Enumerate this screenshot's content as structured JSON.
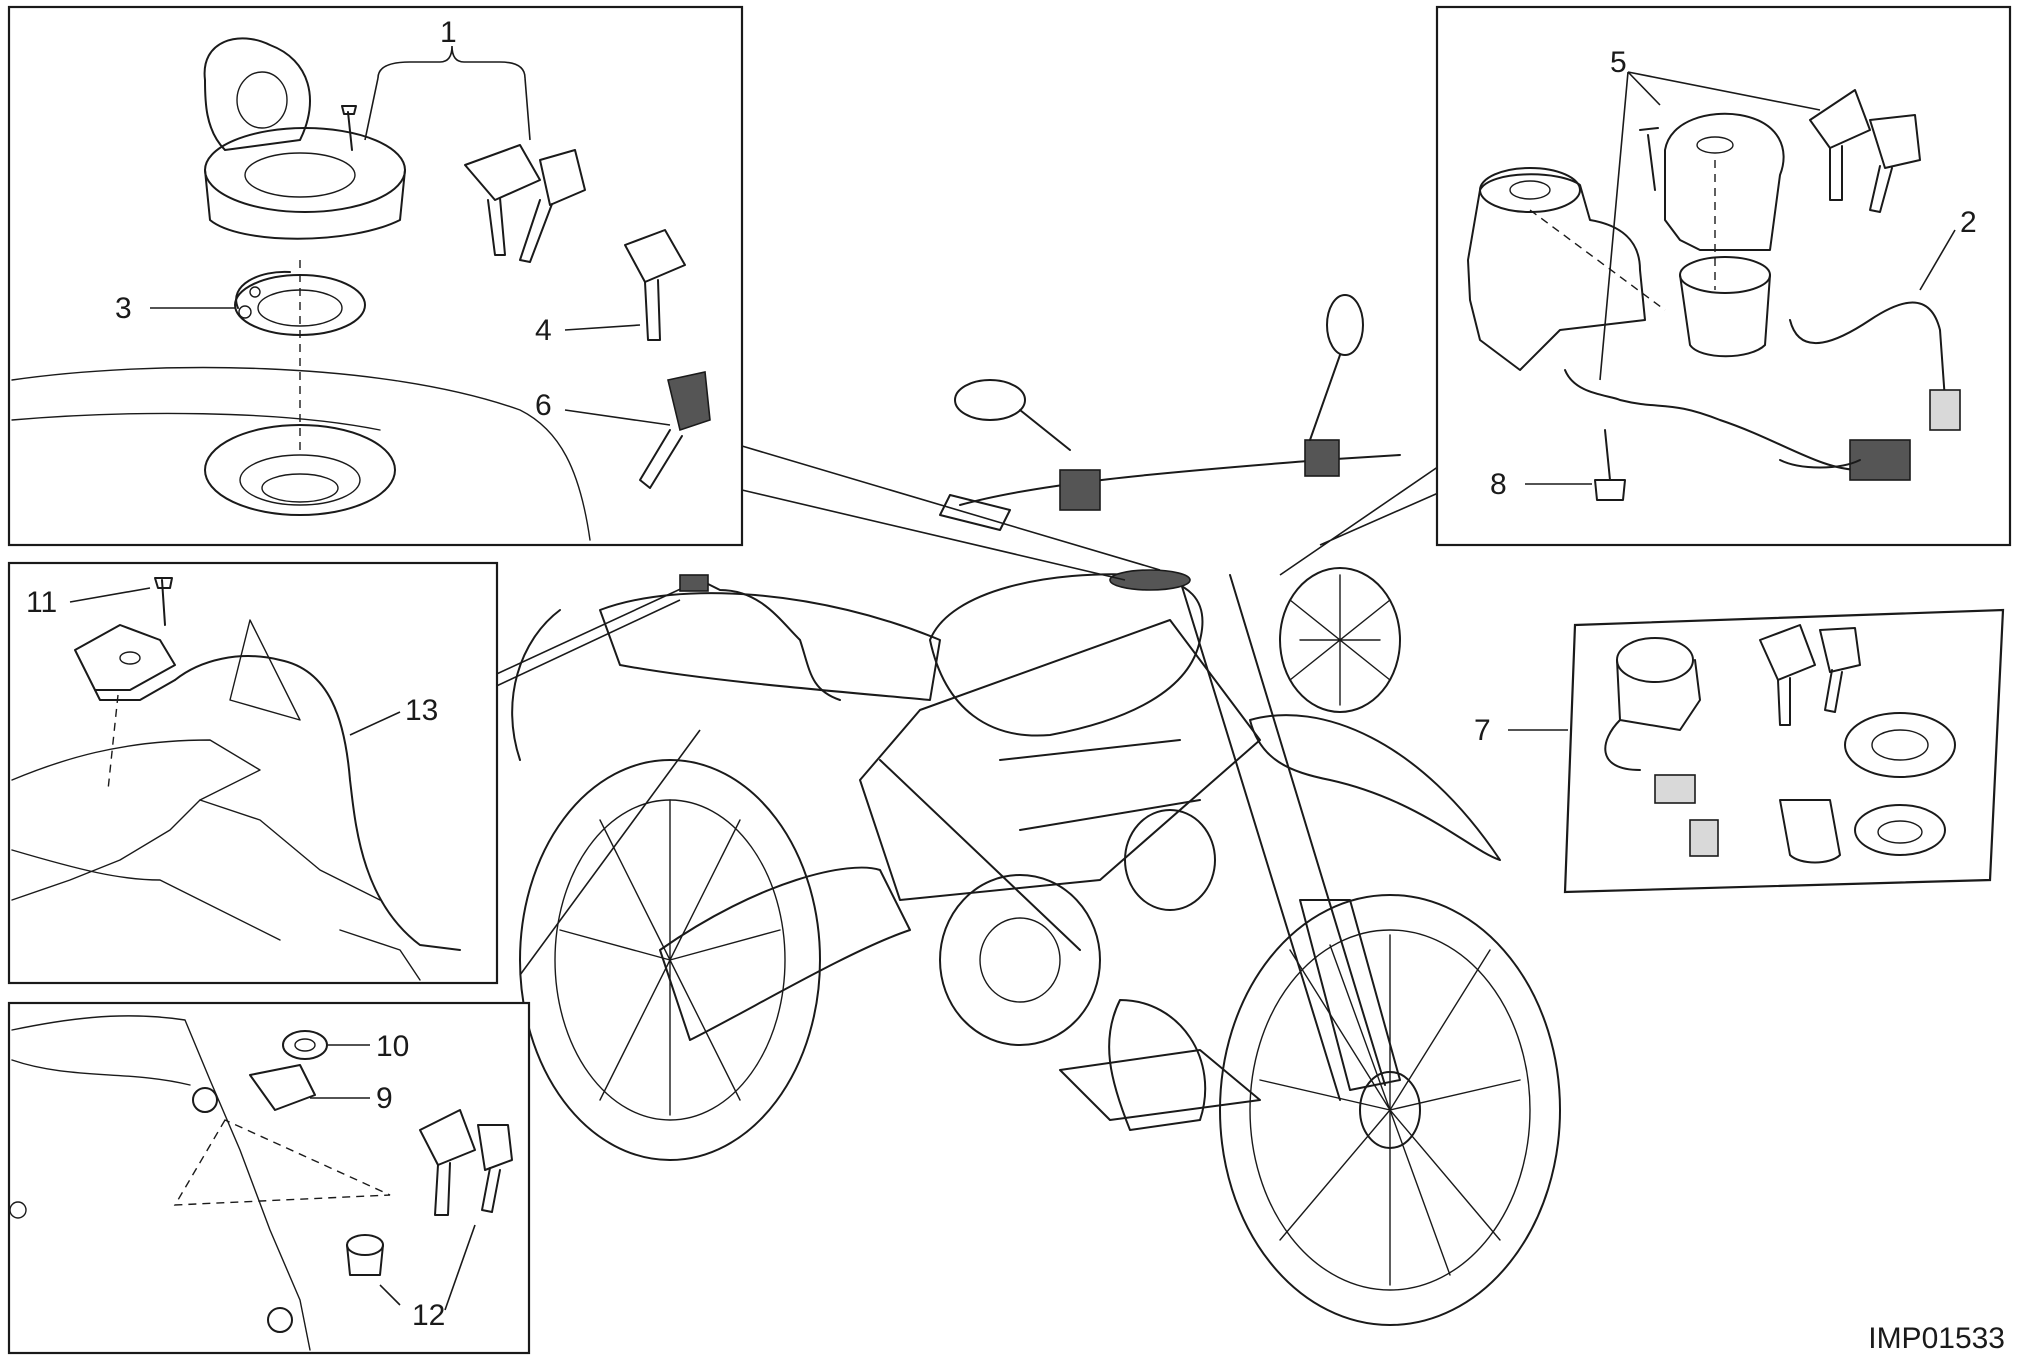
{
  "drawing_code": "IMP01533",
  "callouts": {
    "c1": "1",
    "c2": "2",
    "c3": "3",
    "c4": "4",
    "c5": "5",
    "c6": "6",
    "c7": "7",
    "c8": "8",
    "c9": "9",
    "c10": "10",
    "c11": "11",
    "c12": "12",
    "c13": "13"
  }
}
